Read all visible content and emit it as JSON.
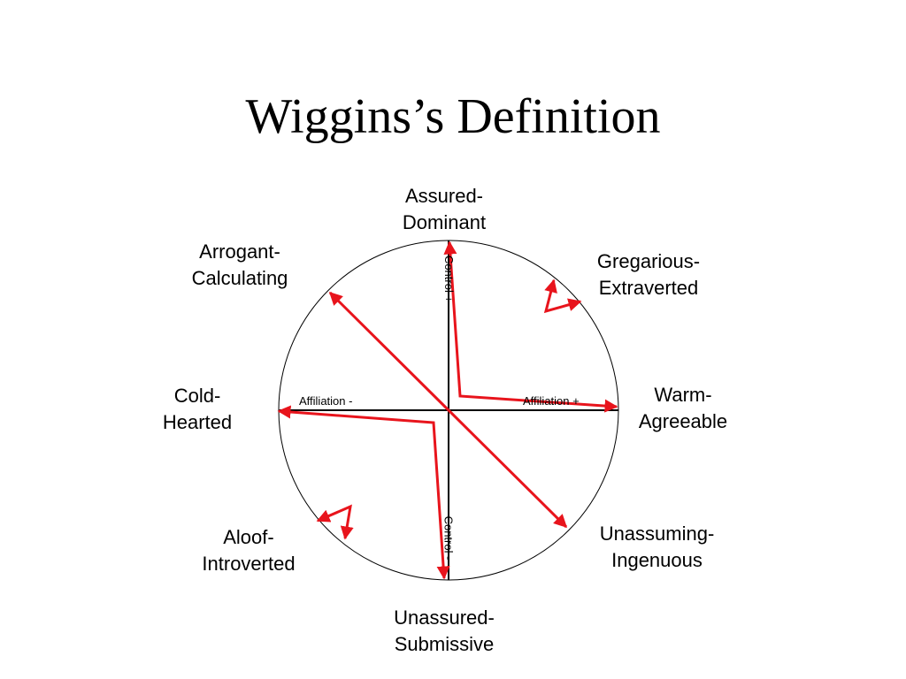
{
  "title": "Wiggins’s Definition",
  "octants": {
    "assured_dominant": [
      "Assured-",
      "Dominant"
    ],
    "gregarious_extraverted": [
      "Gregarious-",
      "Extraverted"
    ],
    "warm_agreeable": [
      "Warm-",
      "Agreeable"
    ],
    "unassuming_ingenuous": [
      "Unassuming-",
      "Ingenuous"
    ],
    "unassured_submissive": [
      "Unassured-",
      "Submissive"
    ],
    "aloof_introverted": [
      "Aloof-",
      "Introverted"
    ],
    "cold_hearted": [
      "Cold-",
      "Hearted"
    ],
    "arrogant_calculating": [
      "Arrogant-",
      "Calculating"
    ]
  },
  "axes": {
    "control_plus": "Control +",
    "control_minus": "Control -",
    "affiliation_minus": "Affiliation -",
    "affiliation_plus": "Affiliation +"
  },
  "colors": {
    "arrow": "#e8141c",
    "line": "#000000"
  }
}
